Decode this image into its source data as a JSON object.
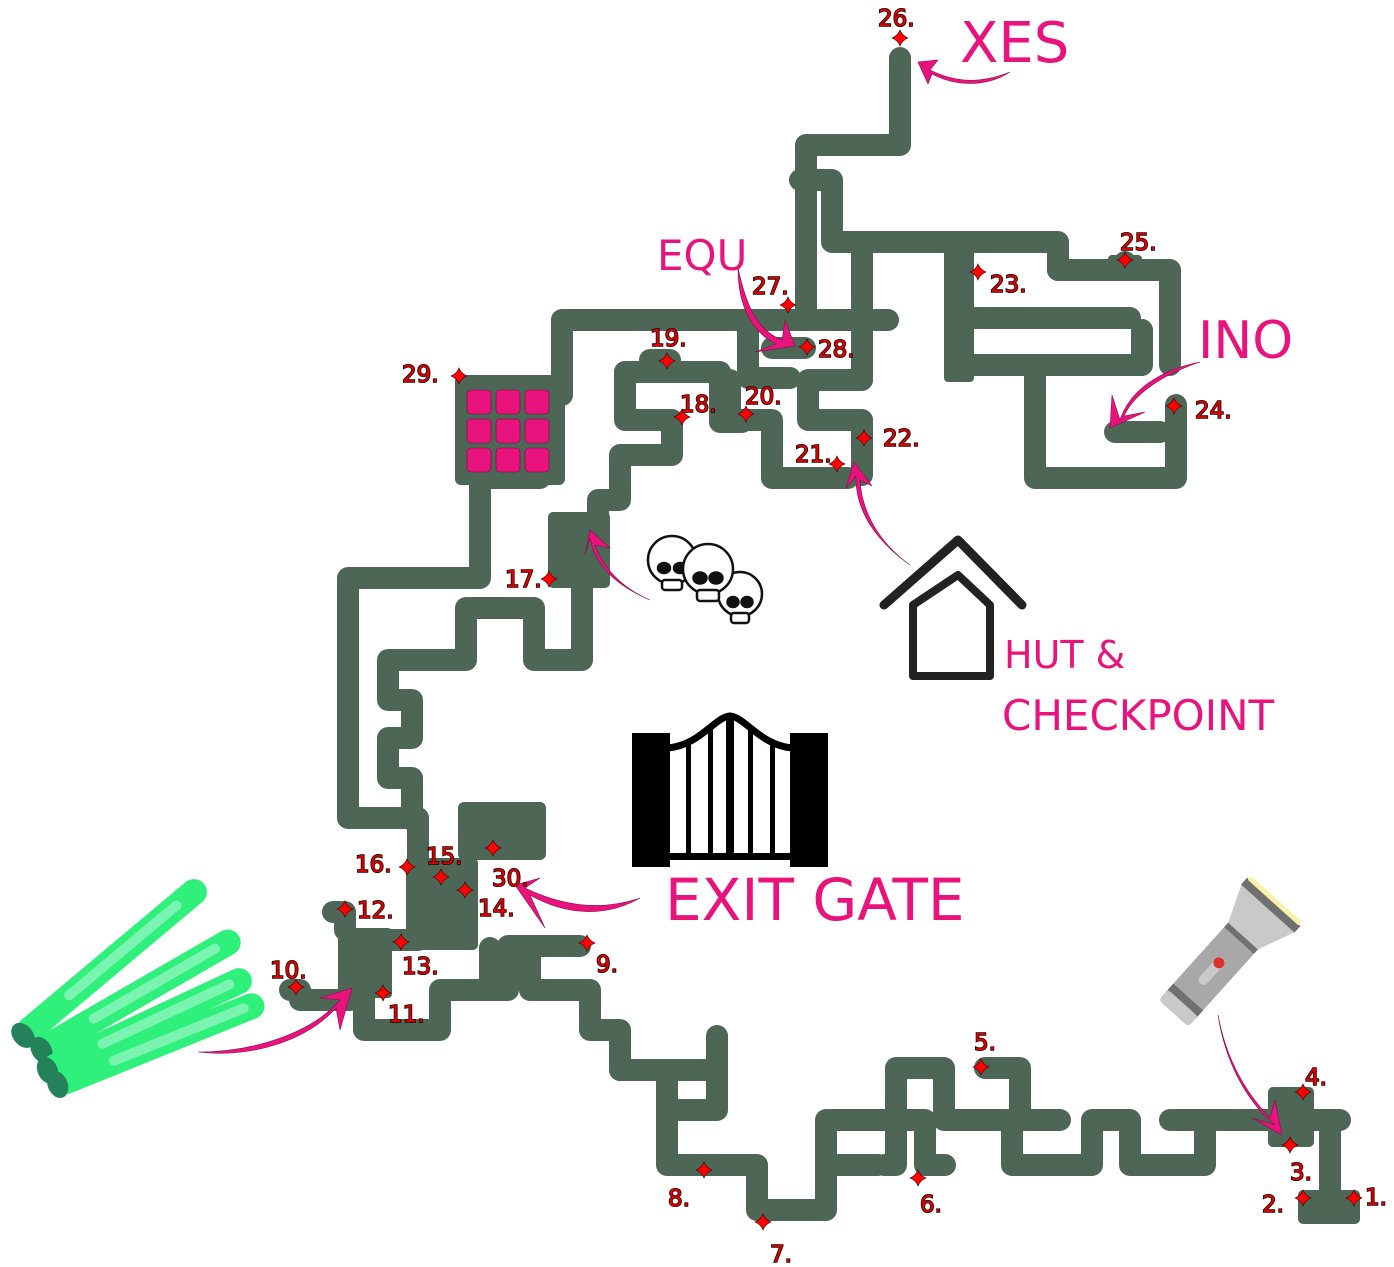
{
  "map": {
    "title": "Maze map",
    "colors": {
      "corridor": "#4e6656",
      "annotation": "#e8137c",
      "waypoint": "#ff0000",
      "glowstick": "#2ef07a"
    },
    "labels": {
      "xes": "XES",
      "equ": "EQU",
      "ino": "INO",
      "hut_line1": "HUT &",
      "hut_line2": "CHECKPOINT",
      "exit_gate": "EXIT GATE"
    },
    "icons": [
      "house-icon",
      "gate-icon",
      "skulls-icon",
      "flashlight-icon",
      "glowsticks-icon",
      "keypad-icon"
    ],
    "waypoints": [
      {
        "id": "1.",
        "number": 1
      },
      {
        "id": "2.",
        "number": 2
      },
      {
        "id": "3.",
        "number": 3
      },
      {
        "id": "4.",
        "number": 4
      },
      {
        "id": "5.",
        "number": 5
      },
      {
        "id": "6.",
        "number": 6
      },
      {
        "id": "7.",
        "number": 7
      },
      {
        "id": "8.",
        "number": 8
      },
      {
        "id": "9.",
        "number": 9
      },
      {
        "id": "10.",
        "number": 10
      },
      {
        "id": "11.",
        "number": 11
      },
      {
        "id": "12.",
        "number": 12
      },
      {
        "id": "13.",
        "number": 13
      },
      {
        "id": "14.",
        "number": 14
      },
      {
        "id": "15.",
        "number": 15
      },
      {
        "id": "16.",
        "number": 16
      },
      {
        "id": "17.",
        "number": 17
      },
      {
        "id": "18.",
        "number": 18
      },
      {
        "id": "19.",
        "number": 19
      },
      {
        "id": "20.",
        "number": 20
      },
      {
        "id": "21.",
        "number": 21
      },
      {
        "id": "22.",
        "number": 22
      },
      {
        "id": "23.",
        "number": 23
      },
      {
        "id": "24.",
        "number": 24
      },
      {
        "id": "25.",
        "number": 25
      },
      {
        "id": "26.",
        "number": 26
      },
      {
        "id": "27.",
        "number": 27
      },
      {
        "id": "28.",
        "number": 28
      },
      {
        "id": "29.",
        "number": 29
      },
      {
        "id": "30.",
        "number": 30
      }
    ]
  }
}
